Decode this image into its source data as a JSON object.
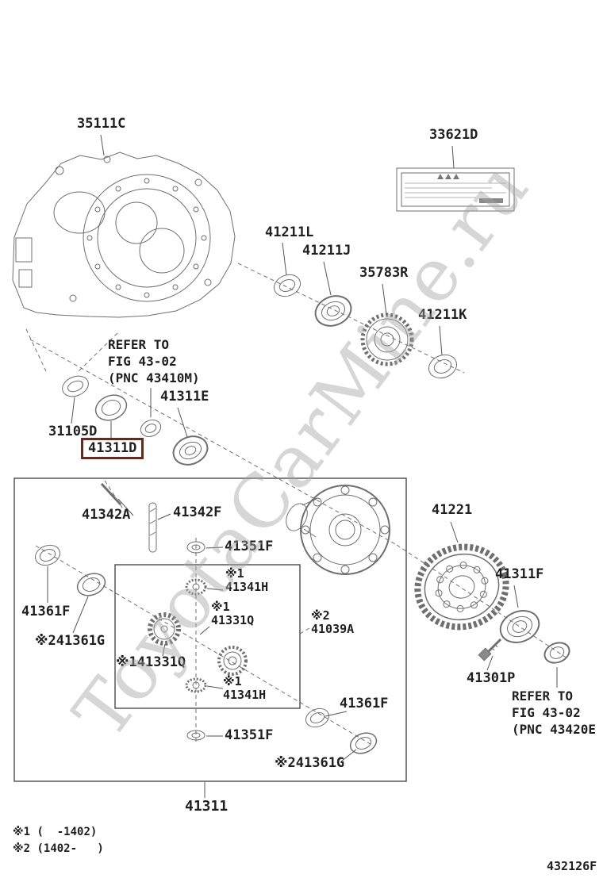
{
  "watermark": "ToyotaCarMine.ru",
  "diagram": {
    "number_code": "432126F"
  },
  "colors": {
    "highlight_border": "#632a20",
    "line_art": "#6f6f6f",
    "watermark": "#a5a5a5"
  },
  "labels": {
    "l35111C": "35111C",
    "l33621D": "33621D",
    "l41211L": "41211L",
    "l41211J": "41211J",
    "l35783R": "35783R",
    "l41211K": "41211K",
    "refer1": "REFER TO\nFIG 43-02\n(PNC 43410M)",
    "l41311E": "41311E",
    "l31105D": "31105D",
    "l41311D": "41311D",
    "l41342A": "41342A",
    "l41342F": "41342F",
    "l41351F_top": "41351F",
    "l41341H_top": "※1\n41341H",
    "l41331Q_right": "※1\n41331Q",
    "l41331Q_left": "※141331Q",
    "l41039A": "※2\n41039A",
    "l41361F_left": "41361F",
    "l41361G_left": "※241361G",
    "l41341H_bottom": "※1\n41341H",
    "l41351F_bottom": "41351F",
    "l41361F_right": "41361F",
    "l41361G_bottom": "※241361G",
    "l41221": "41221",
    "l41311F": "41311F",
    "l41301P": "41301P",
    "refer2": "REFER TO\nFIG 43-02\n(PNC 43420E",
    "l41311": "41311"
  },
  "footnotes": {
    "n1": "※1 (  -1402)",
    "n2": "※2 (1402-   )"
  }
}
